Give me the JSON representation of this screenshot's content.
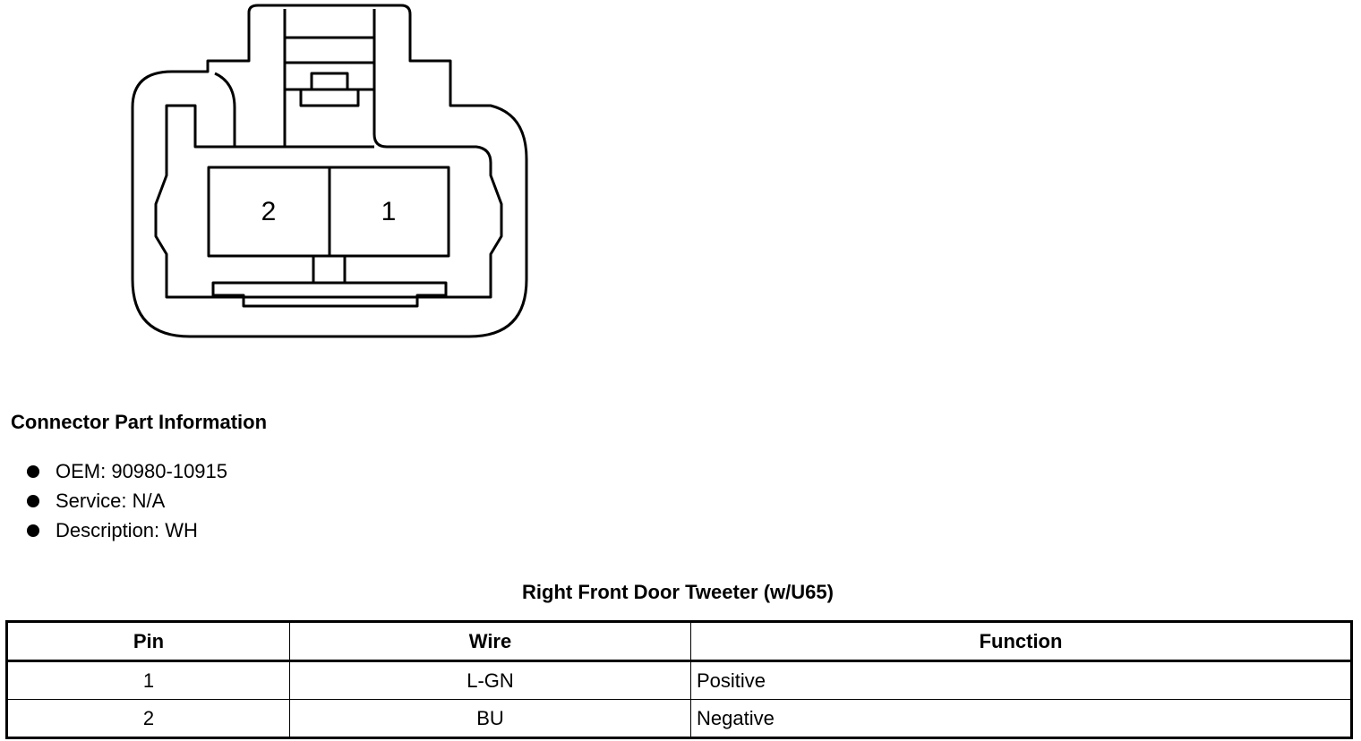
{
  "connector": {
    "cavity_labels": [
      "2",
      "1"
    ]
  },
  "part_info": {
    "heading": "Connector Part Information",
    "items": [
      "OEM: 90980-10915",
      "Service: N/A",
      "Description: WH"
    ]
  },
  "pin_table": {
    "title": "Right Front Door Tweeter (w/U65)",
    "headers": [
      "Pin",
      "Wire",
      "Function"
    ],
    "rows": [
      [
        "1",
        "L-GN",
        "Positive"
      ],
      [
        "2",
        "BU",
        "Negative"
      ]
    ]
  }
}
